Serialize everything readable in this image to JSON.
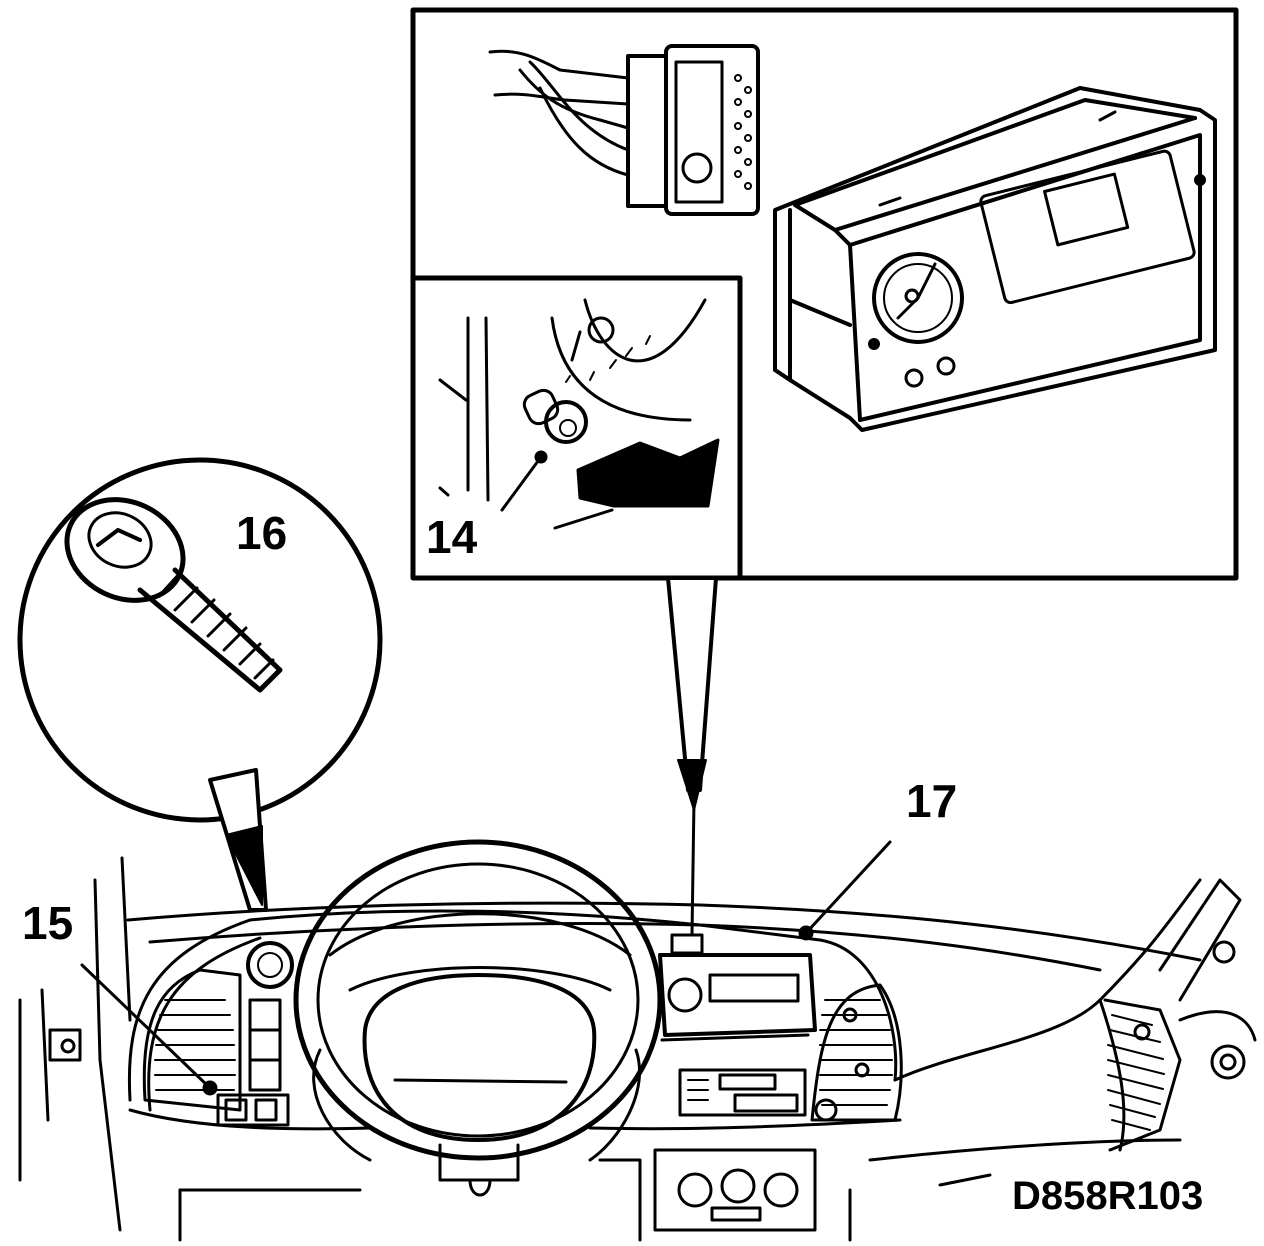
{
  "figure_code": "D858R103",
  "callouts": {
    "screw_detail": "16",
    "retaining_screw": "14",
    "left_vent_fastener": "15",
    "dashboard_top": "17"
  },
  "colors": {
    "ink": "#000000",
    "paper": "#ffffff"
  }
}
